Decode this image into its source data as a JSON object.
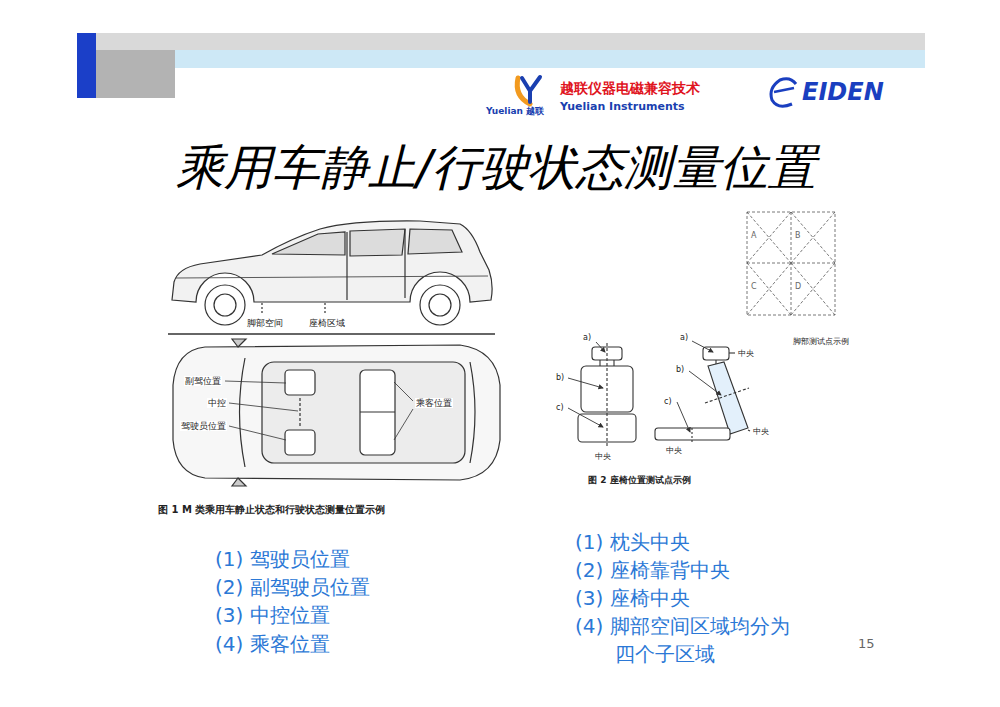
{
  "diagram": {
    "title": "乘用车静止/行驶状态测量位置",
    "labels": [
      "越联仪器电磁兼容技术",
      "Yuelian Instruments",
      "Yuelian 越联",
      "EIDEN",
      "脚部空间",
      "座椅区域",
      "副驾位置",
      "中控",
      "驾驶员位置",
      "乘客位置",
      "图 1 M 类乘用车静止状态和行驶状态测量位置示例",
      "A",
      "B",
      "C",
      "D",
      "脚部测试点示例",
      "a)",
      "a)",
      "中央",
      "b)",
      "b)",
      "c)",
      "c)",
      "中央",
      "中央",
      "中央",
      "图 2 座椅位置测试点示例",
      "(1) 驾驶员位置",
      "(2) 副驾驶员位置",
      "(3) 中控位置",
      "(4) 乘客位置",
      "(1) 枕头中央",
      "(2) 座椅靠背中央",
      "(3) 座椅中央",
      "(4) 脚部空间区域均分为 四个子区域",
      "15"
    ]
  }
}
